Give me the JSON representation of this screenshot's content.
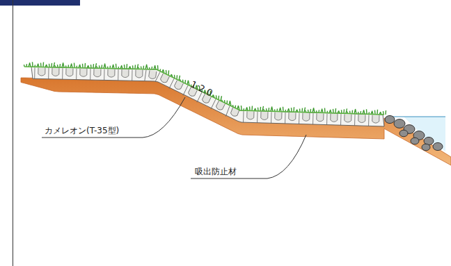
{
  "diagram": {
    "labels": [
      "1:2.0",
      "カメレオン(T-35型)",
      "吸出防止材"
    ]
  }
}
